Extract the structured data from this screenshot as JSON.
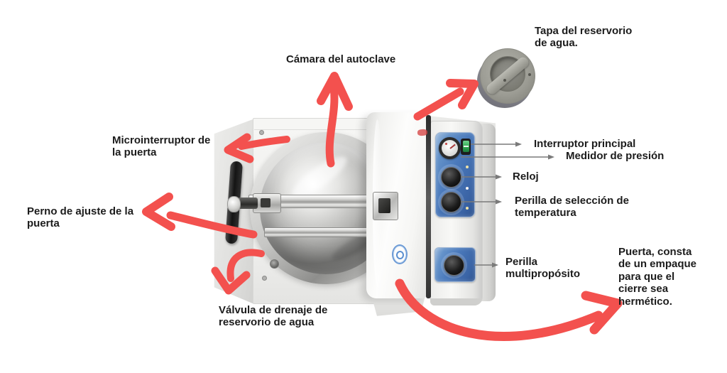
{
  "diagram": {
    "background": "#ffffff",
    "labels": {
      "camara": "Cámara del autoclave",
      "tapa": "Tapa del reservorio\nde agua.",
      "microinterruptor": "Microinterruptor de\nla puerta",
      "perno": "Perno de ajuste de la\npuerta",
      "valvula": "Válvula de drenaje de\nreservorio de agua",
      "interruptor": "Interruptor principal",
      "medidor": "Medidor de presión",
      "reloj": "Reloj",
      "perilla_temperatura": "Perilla de selección de\ntemperatura",
      "perilla_multiproposito": "Perilla\nmultipropósito",
      "puerta": "Puerta, consta\nde un empaque\npara que el\ncierre sea\nhermético."
    },
    "colors": {
      "label_text": "#1c1c1c",
      "arrow_red": "#f3514e",
      "arrow_gray": "#7a7a7a",
      "panel_blue": "#4a79bb",
      "switch_green": "#2fa84f"
    }
  }
}
